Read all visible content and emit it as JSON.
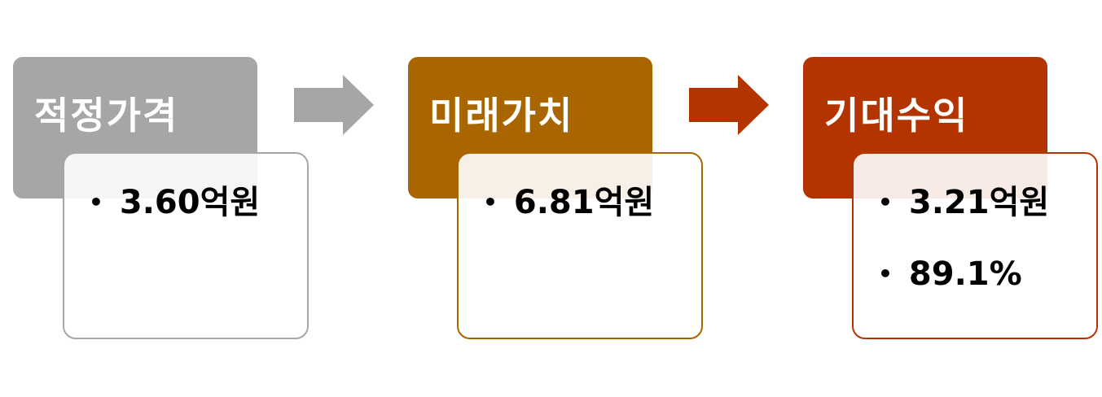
{
  "steps": [
    {
      "title": "적정가격",
      "color": "#a6a6a6",
      "items": [
        "3.60억원"
      ]
    },
    {
      "title": "미래가치",
      "color": "#a86500",
      "items": [
        "6.81억원"
      ]
    },
    {
      "title": "기대수익",
      "color": "#b43400",
      "items": [
        "3.21억원",
        "89.1%"
      ]
    }
  ],
  "arrows": [
    {
      "color": "#a6a6a6"
    },
    {
      "color": "#b43400"
    }
  ]
}
